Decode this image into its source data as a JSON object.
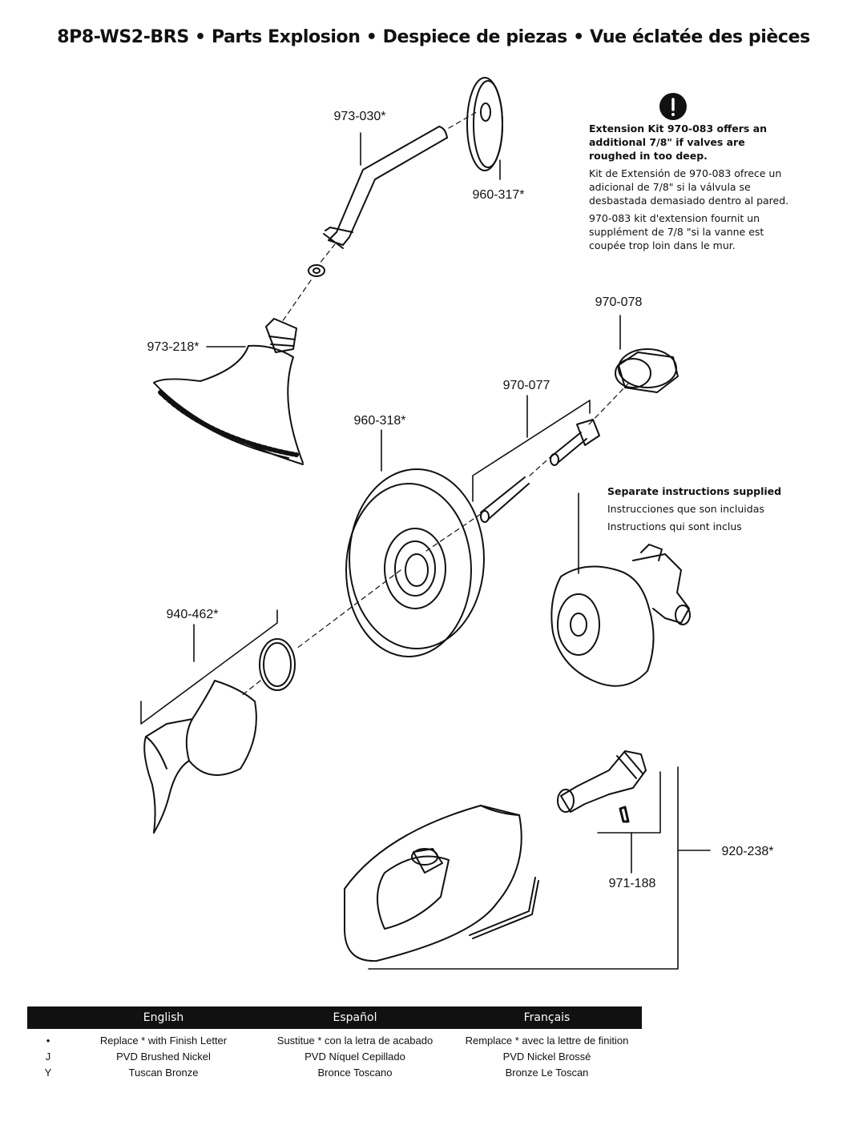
{
  "title": "8P8-WS2-BRS • Parts Explosion • Despiece de piezas • Vue éclatée des pièces",
  "parts": {
    "p973_030": "973-030*",
    "p960_317": "960-317*",
    "p973_218": "973-218*",
    "p970_078": "970-078",
    "p970_077": "970-077",
    "p960_318": "960-318*",
    "p940_462": "940-462*",
    "p920_238": "920-238*",
    "p971_188": "971-188"
  },
  "warning": {
    "icon": "!",
    "en": "Extension Kit 970-083 offers an additional 7/8\" if valves are roughed in too deep.",
    "es": "Kit de Extensión de 970-083 ofrece un adicional de 7/8\" si la válvula se desbastada demasiado dentro al pared.",
    "fr": "970-083 kit d'extension fournit un supplément de 7/8 \"si la vanne est coupée trop loin dans le mur."
  },
  "separate": {
    "en": "Separate instructions supplied",
    "es": "Instrucciones que son incluidas",
    "fr": "Instructions qui sont inclus"
  },
  "legend": {
    "headers": [
      "English",
      "Español",
      "Français"
    ],
    "rows": [
      {
        "code": "•",
        "en": "Replace * with Finish Letter",
        "es": "Sustitue * con la letra de acabado",
        "fr": "Remplace * avec la lettre de finition"
      },
      {
        "code": "J",
        "en": "PVD Brushed Nickel",
        "es": "PVD Níquel Cepillado",
        "fr": "PVD Nickel Brossé"
      },
      {
        "code": "Y",
        "en": "Tuscan Bronze",
        "es": "Bronce Toscano",
        "fr": "Bronze Le Toscan"
      }
    ]
  }
}
